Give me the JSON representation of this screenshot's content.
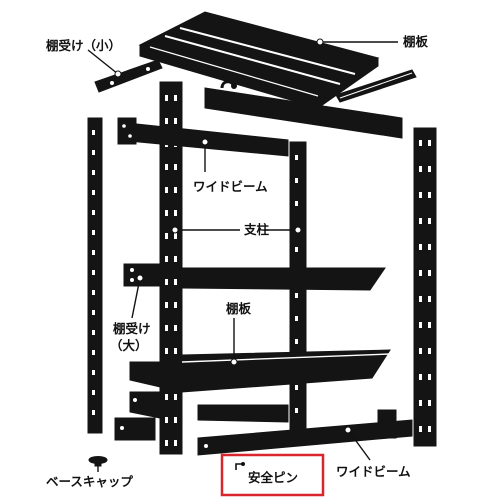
{
  "labels": {
    "shelf_support_small": "棚受け（小）",
    "shelf_board_top": "棚板",
    "wide_beam_upper": "ワイドビーム",
    "post": "支柱",
    "shelf_support_large_line1": "棚受け",
    "shelf_support_large_line2": "（大）",
    "shelf_board_middle": "棚板",
    "base_cap": "ベースキャップ",
    "safety_pin": "安全ピン",
    "wide_beam_lower": "ワイドビーム"
  },
  "colors": {
    "part": "#141414",
    "background": "#ffffff",
    "highlight_box": "#d9262c",
    "label": "#111111"
  }
}
